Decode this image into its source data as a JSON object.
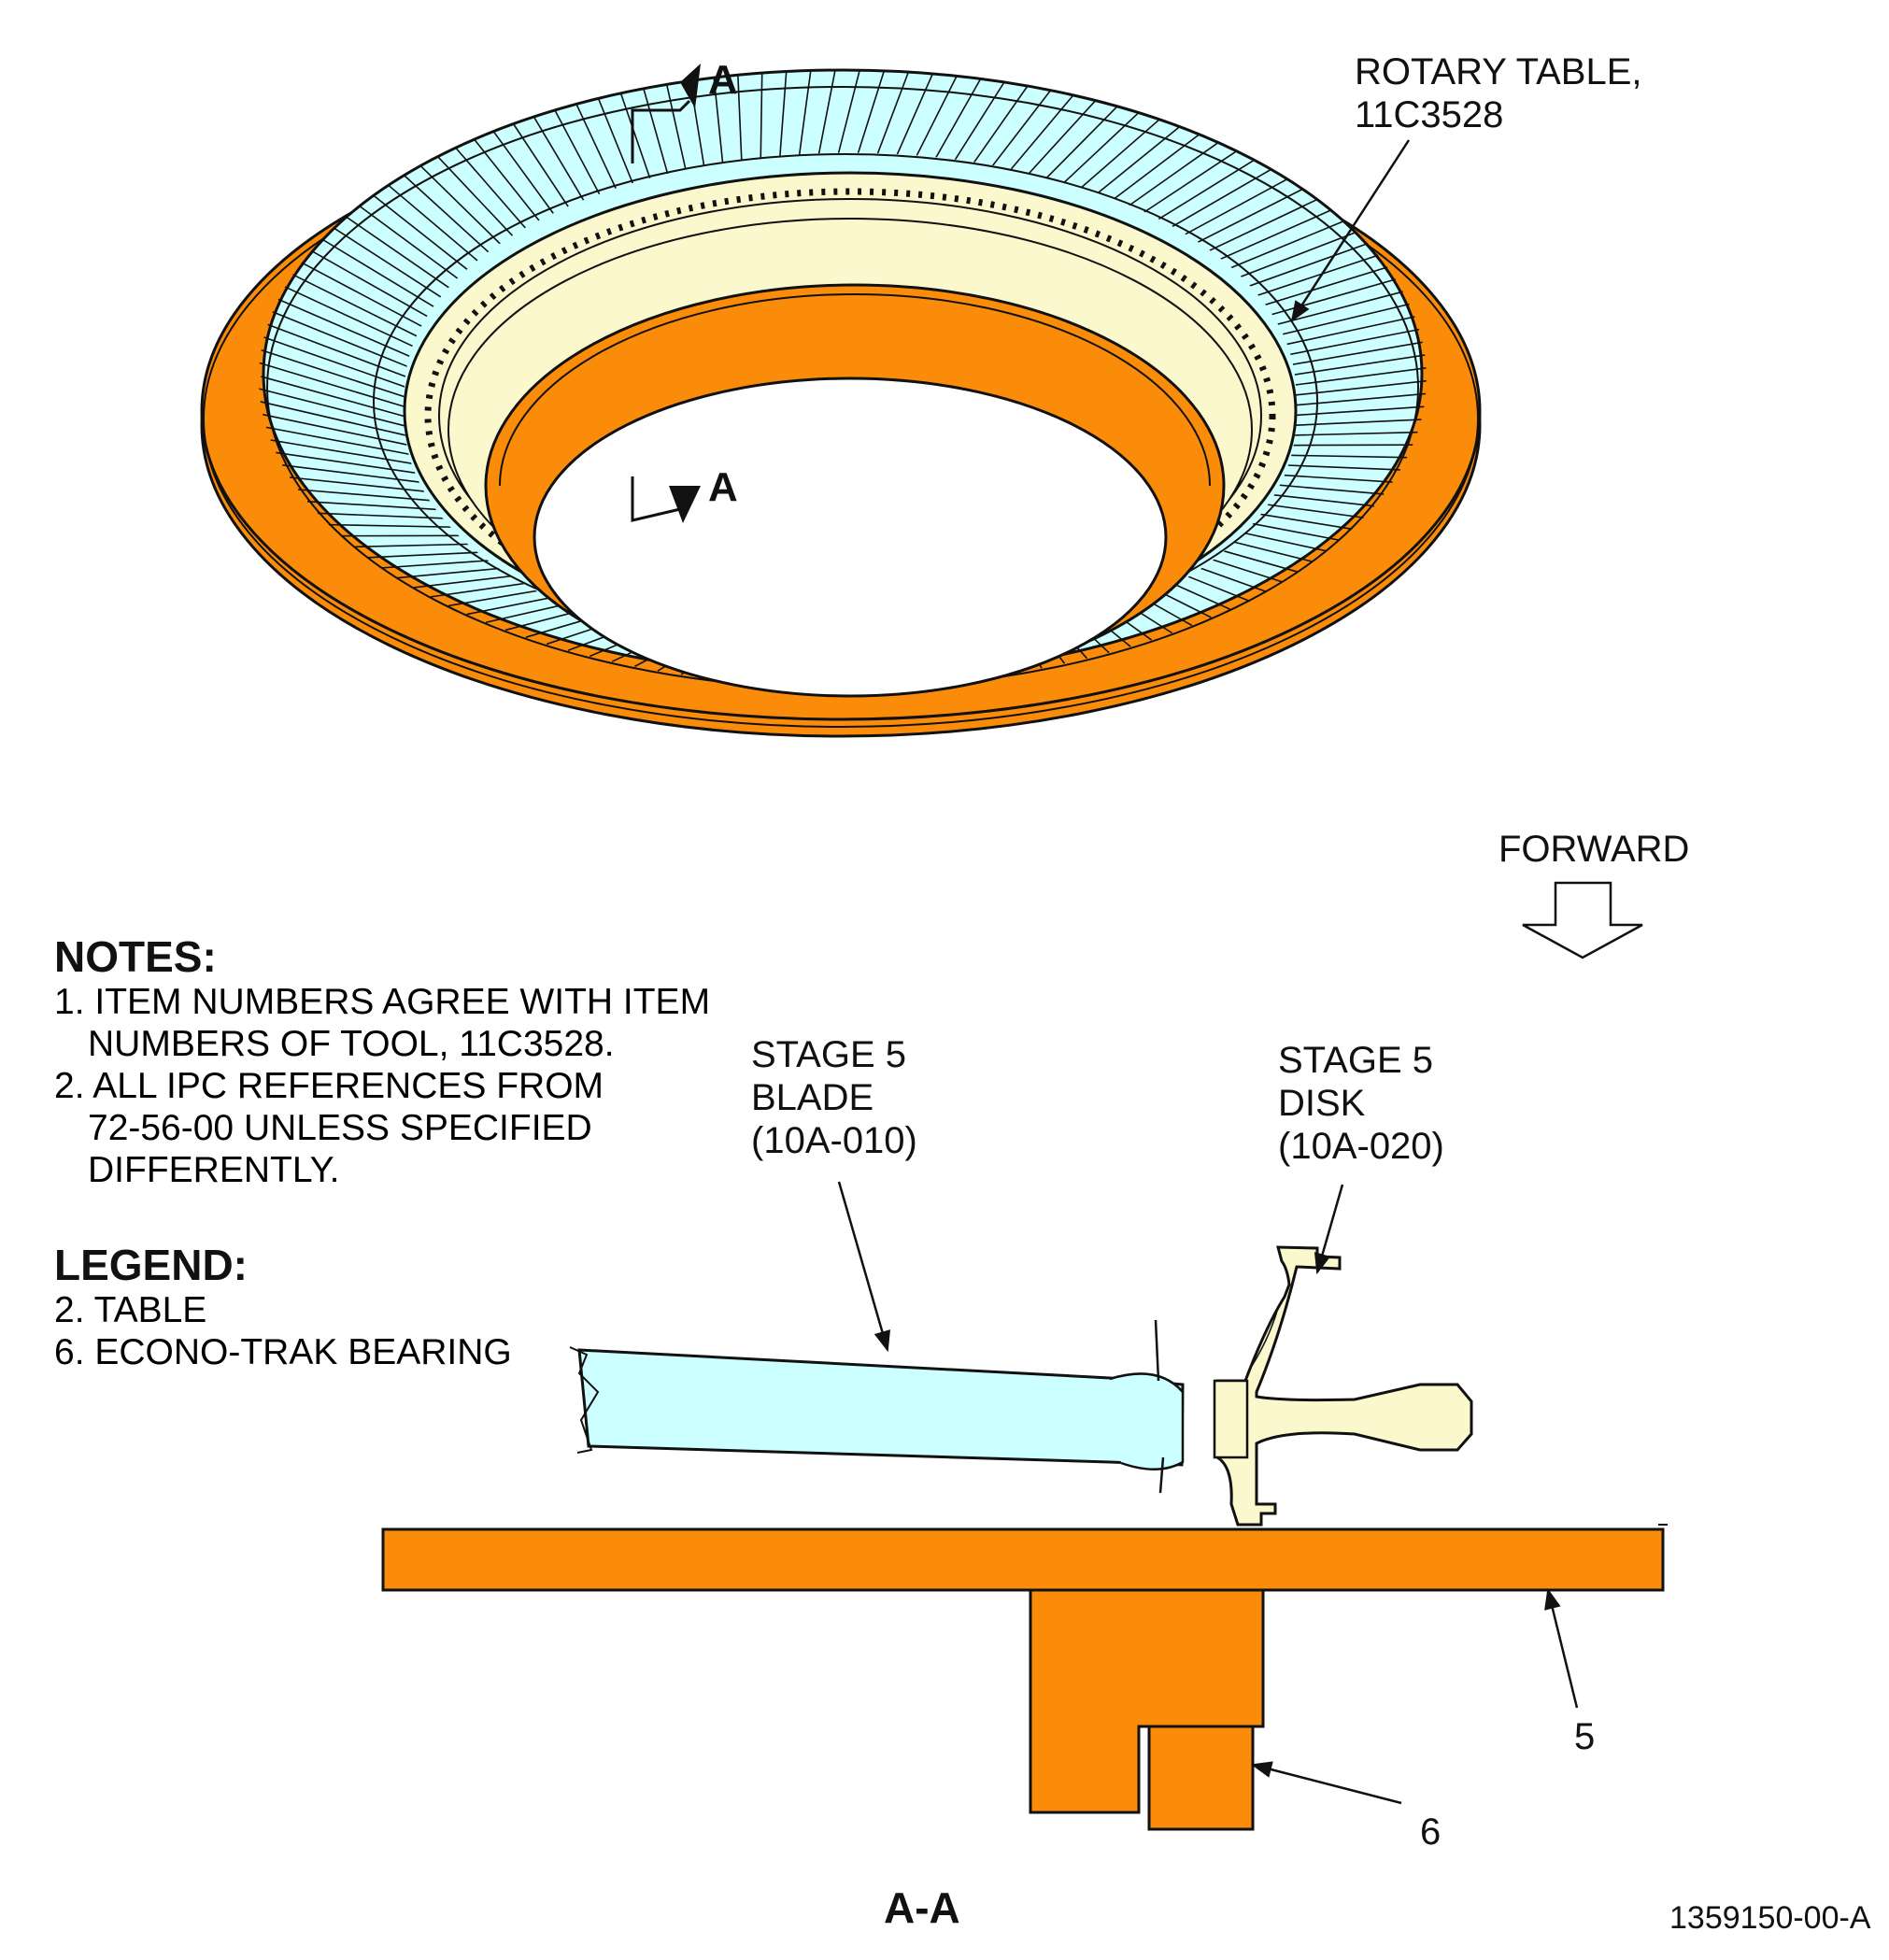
{
  "colors": {
    "table_orange": "#FA8C0A",
    "blade_cyan": "#CCFFFF",
    "disk_cream": "#FCF8CE",
    "outline": "#111111"
  },
  "callouts": {
    "rotary_table": [
      "ROTARY TABLE,",
      "11C3528"
    ],
    "forward": "FORWARD",
    "section_marker": "A",
    "stage5_blade": [
      "STAGE 5",
      "BLADE",
      "(10A-010)"
    ],
    "stage5_disk": [
      "STAGE 5",
      "DISK",
      "(10A-020)"
    ],
    "item_5": "5",
    "item_6": "6",
    "section_title": "A-A",
    "figure_id": "1359150-00-A"
  },
  "notes": {
    "heading": "NOTES:",
    "items": [
      {
        "line1": "1. ITEM NUMBERS AGREE WITH ITEM",
        "line2": "NUMBERS OF TOOL, 11C3528."
      },
      {
        "line1": "2. ALL IPC REFERENCES FROM",
        "line2": "72-56-00 UNLESS SPECIFIED",
        "line3": "DIFFERENTLY."
      }
    ]
  },
  "legend": {
    "heading": "LEGEND:",
    "items": [
      "2. TABLE",
      "6. ECONO-TRAK BEARING"
    ]
  }
}
